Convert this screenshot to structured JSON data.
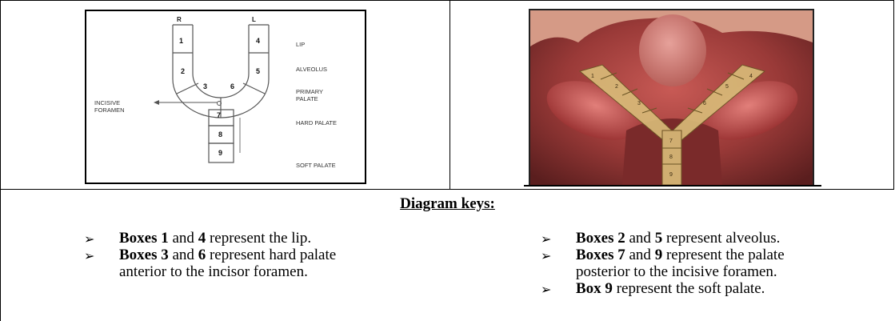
{
  "diagram": {
    "side_left": "R",
    "side_right": "L",
    "boxes": [
      "1",
      "2",
      "3",
      "4",
      "5",
      "6",
      "7",
      "8",
      "9"
    ],
    "labels": {
      "lip": "LIP",
      "alveolus": "ALVEOLUS",
      "primary_palate_1": "PRIMARY",
      "primary_palate_2": "PALATE",
      "hard_palate": "HARD PALATE",
      "soft_palate": "SOFT PALATE",
      "incisive_1": "INCISIVE",
      "incisive_2": "FORAMEN"
    }
  },
  "photo": {
    "boxes": [
      "1",
      "2",
      "3",
      "4",
      "5",
      "6",
      "7",
      "8",
      "9"
    ]
  },
  "keys": {
    "title": "Diagram keys:",
    "left": [
      {
        "b1": "Boxes 1",
        "t1": " and ",
        "b2": "4",
        "t2": " represent the lip.",
        "t3": ""
      },
      {
        "b1": "Boxes 3",
        "t1": " and ",
        "b2": "6",
        "t2": " represent hard palate",
        "t3": "anterior to the incisor foramen."
      }
    ],
    "right": [
      {
        "b1": "Boxes 2",
        "t1": " and ",
        "b2": "5",
        "t2": " represent alveolus.",
        "t3": ""
      },
      {
        "b1": "Boxes 7",
        "t1": " and ",
        "b2": "9",
        "t2": " represent the palate",
        "t3": "posterior to the incisive foramen."
      },
      {
        "b1": "Box 9",
        "t1": "",
        "b2": "",
        "t2": " represent the soft palate.",
        "t3": ""
      }
    ]
  }
}
